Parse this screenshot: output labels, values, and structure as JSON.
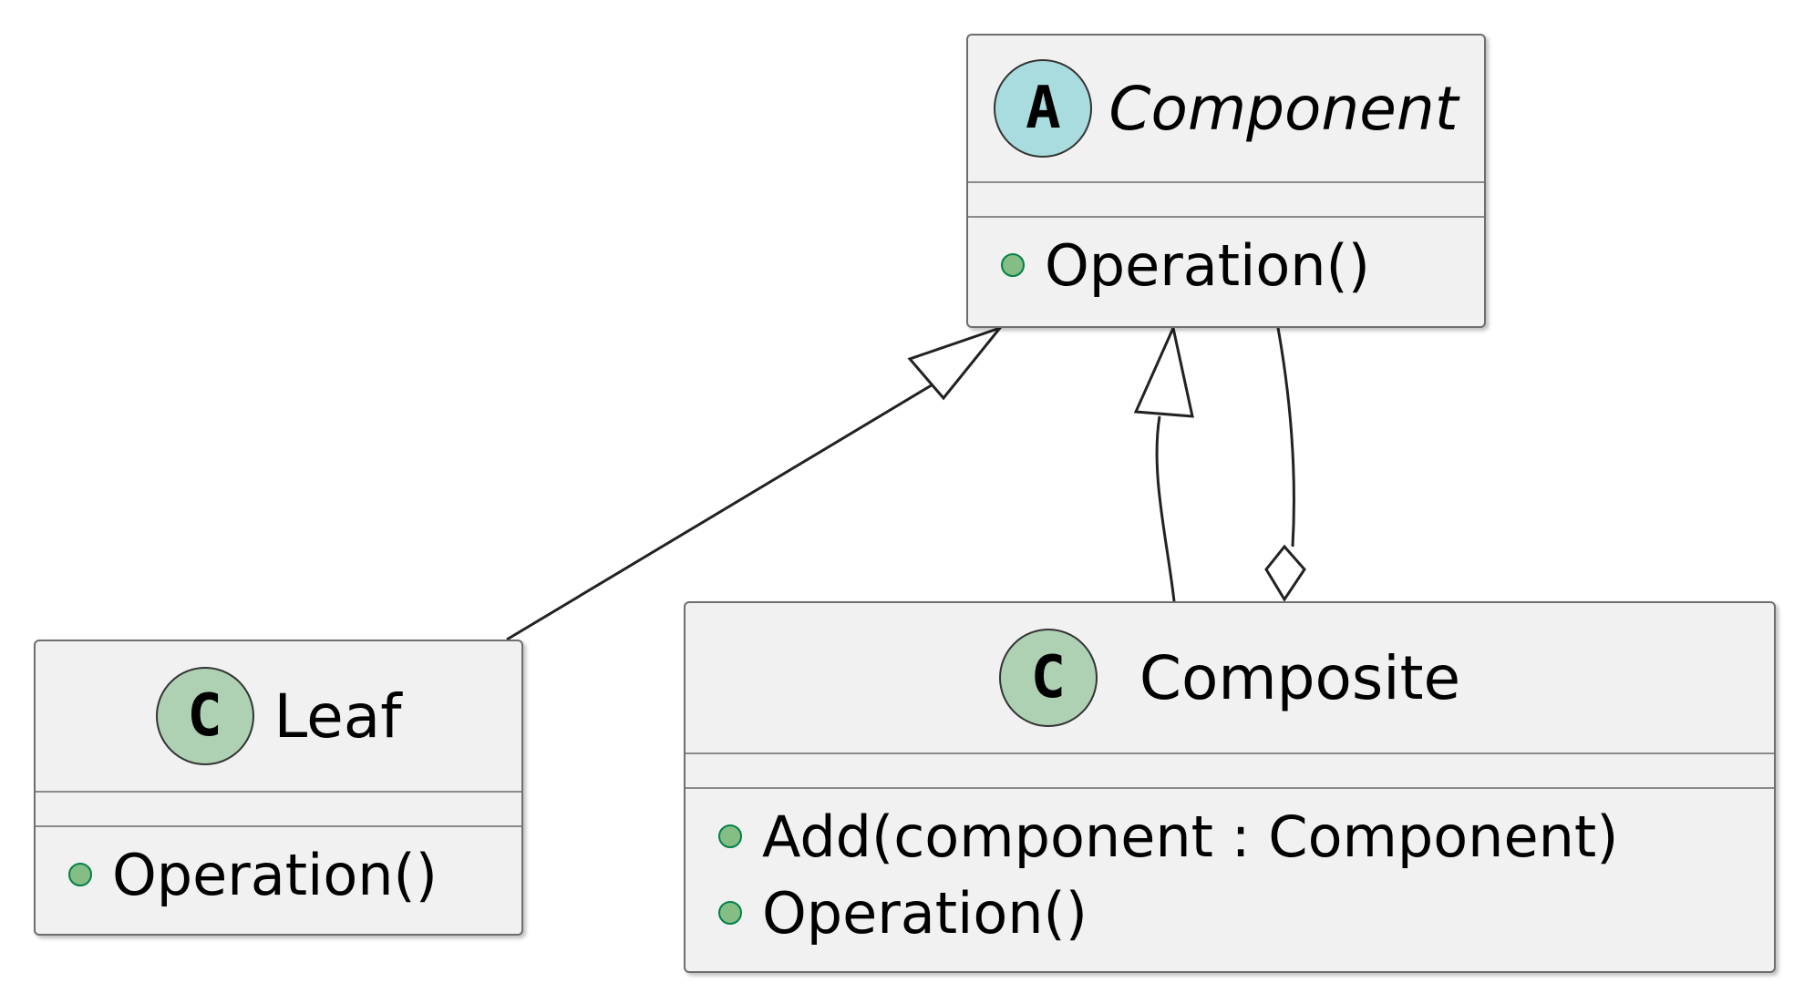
{
  "diagram": {
    "classes": {
      "component": {
        "stereotype_letter": "A",
        "name": "Component",
        "kind": "abstract",
        "methods": [
          {
            "visibility": "public",
            "signature": "Operation()"
          }
        ]
      },
      "leaf": {
        "stereotype_letter": "C",
        "name": "Leaf",
        "kind": "class",
        "methods": [
          {
            "visibility": "public",
            "signature": "Operation()"
          }
        ]
      },
      "composite": {
        "stereotype_letter": "C",
        "name": "Composite",
        "kind": "class",
        "methods": [
          {
            "visibility": "public",
            "signature": "Add(component : Component)"
          },
          {
            "visibility": "public",
            "signature": "Operation()"
          }
        ]
      }
    },
    "relations": [
      {
        "type": "generalization",
        "from": "Leaf",
        "to": "Component"
      },
      {
        "type": "generalization",
        "from": "Composite",
        "to": "Component"
      },
      {
        "type": "aggregation",
        "whole": "Composite",
        "part": "Component"
      }
    ],
    "colors": {
      "box_fill": "#f1f1f1",
      "box_border": "#6e6e6e",
      "abstract_circle": "#a9dcdf",
      "class_circle": "#add1b2",
      "public_dot": "#84be84"
    }
  }
}
